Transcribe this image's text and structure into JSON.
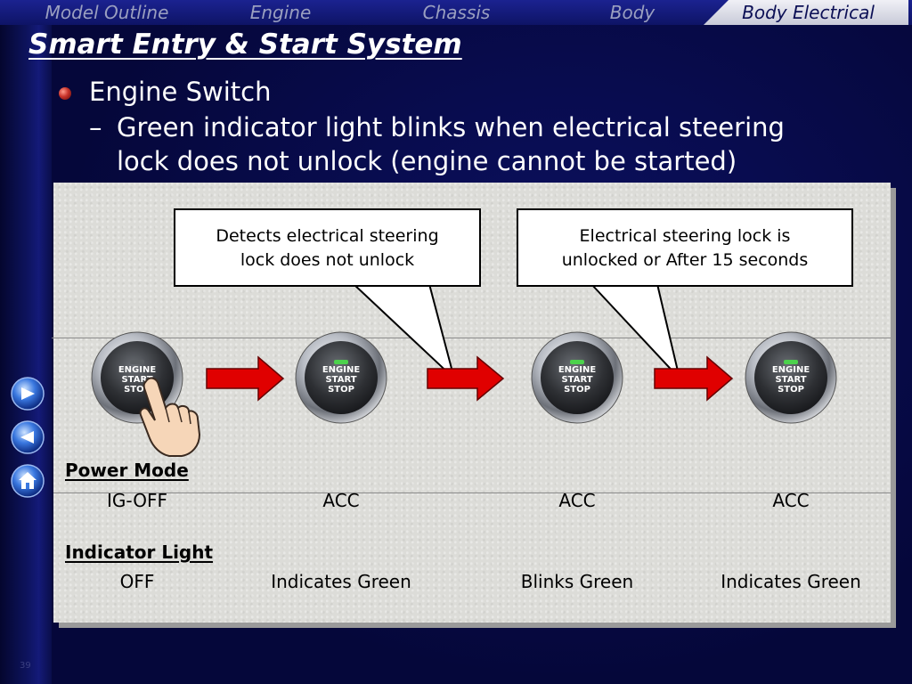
{
  "nav": {
    "items": [
      {
        "label": "Model Outline",
        "active": false
      },
      {
        "label": "Engine",
        "active": false
      },
      {
        "label": "Chassis",
        "active": false
      },
      {
        "label": "Body",
        "active": false
      },
      {
        "label": "Body Electrical",
        "active": true
      }
    ]
  },
  "slide": {
    "title": "Smart Entry & Start System",
    "bullet": "Engine Switch",
    "sub_dash": "–",
    "sub_line1": "Green indicator light blinks when electrical steering",
    "sub_line2": "lock does not unlock (engine cannot be started)"
  },
  "callouts": {
    "left": {
      "line1": "Detects electrical steering",
      "line2": "lock does not unlock"
    },
    "right": {
      "line1": "Electrical steering lock is",
      "line2": "unlocked or After 15 seconds"
    }
  },
  "switch_button": {
    "line1": "ENGINE",
    "line2": "START",
    "line3": "STOP"
  },
  "power_mode": {
    "label": "Power Mode",
    "values": [
      "IG-OFF",
      "ACC",
      "ACC",
      "ACC"
    ]
  },
  "indicator_light": {
    "label": "Indicator Light",
    "values": [
      "OFF",
      "Indicates Green",
      "Blinks Green",
      "Indicates Green"
    ]
  },
  "page_number": "39",
  "colors": {
    "background": "#06083a",
    "arrow_red": "#e00000",
    "indicator_green": "#4cd24c",
    "nav_active": "#e6e6f0"
  }
}
